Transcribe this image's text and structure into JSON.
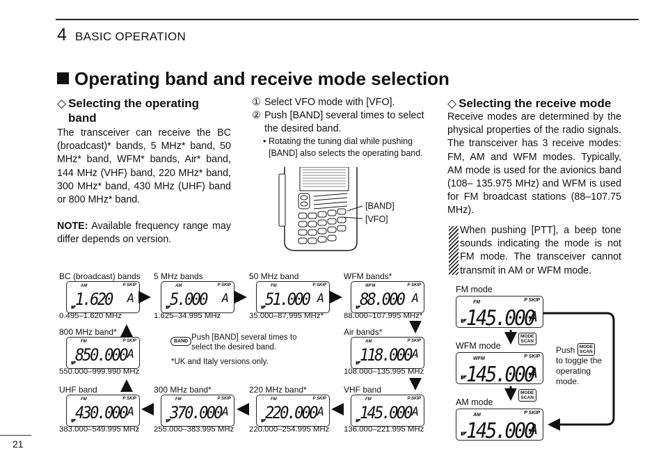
{
  "header": {
    "chapter_num": "4",
    "chapter_title": "BASIC OPERATION"
  },
  "section_title": "Operating band and receive mode selection",
  "left": {
    "heading_line1": "Selecting the operating",
    "heading_line2": "band",
    "body": "The transceiver can receive the BC (broadcast)* bands, 5 MHz* band, 50 MHz* band, WFM* bands, Air* band, 144 MHz (VHF) band, 220 MHz* band, 300 MHz* band, 430 MHz (UHF) band or 800 MHz* band.",
    "note_label": "NOTE:",
    "note_text": "Available frequency range may differ depends on version."
  },
  "middle": {
    "step1_num": "①",
    "step1": "Select VFO mode with [VFO].",
    "step2_num": "②",
    "step2": "Push [BAND] several times to select the desired band.",
    "bullet": "•",
    "note": "Rotating the tuning dial while pushing [BAND] also selects the operating band.",
    "label_band": "[BAND]",
    "label_vfo": "[VFO]"
  },
  "right": {
    "heading": "Selecting the receive mode",
    "body": "Receive modes are determined by the physical properties of the radio signals. The transceiver has 3 receive modes: FM, AM and WFM modes. Typically, AM mode is used for the avionics band (108– 135.975 MHz) and WFM is used for FM broadcast stations (88–107.75 MHz).",
    "note": "When pushing [PTT], a beep tone sounds indicating the mode is not FM mode. The transceiver cannot transmit in AM or WFM mode."
  },
  "bands": [
    {
      "caption": "BC (broadcast) bands",
      "mode": "AM",
      "freq": "1.620",
      "range": "0.495–1.620 MHz"
    },
    {
      "caption": "5 MHz bands",
      "mode": "AM",
      "freq": "5.000",
      "range": "1.625–34.995 MHz"
    },
    {
      "caption": "50 MHz band",
      "mode": "FM",
      "freq": "51.000",
      "range": "35.000–87.995 MHz*"
    },
    {
      "caption": "WFM bands*",
      "mode": "WFM",
      "freq": "88.000",
      "range": "88.000–107.995 MHz*"
    },
    {
      "caption": "Air bands*",
      "mode": "AM",
      "freq": "118.000",
      "range": "108.000–135.995 MHz"
    },
    {
      "caption": "VHF band",
      "mode": "FM",
      "freq": "145.000",
      "range": "136.000–221.995 MHz"
    },
    {
      "caption": "220 MHz band*",
      "mode": "FM",
      "freq": "220.000",
      "range": "220.000–254.995 MHz"
    },
    {
      "caption": "300 MHz band*",
      "mode": "FM",
      "freq": "370.000",
      "range": "255.000–383.995 MHz"
    },
    {
      "caption": "UHF band",
      "mode": "FM",
      "freq": "430.000",
      "range": "383.000–549.995 MHz"
    },
    {
      "caption": "800 MHz band*",
      "mode": "FM",
      "freq": "850.000",
      "range": "550.000–999.990 MHz"
    }
  ],
  "lcd_common": {
    "pskip": "P SKIP",
    "channel": "A",
    "tick": "▮◤"
  },
  "center_note": {
    "button": "BAND",
    "text": "Push [BAND] several times to select the desired band.",
    "footnote": "*UK and Italy versions only."
  },
  "modes": [
    {
      "label": "FM mode",
      "mode": "FM",
      "freq": "145.000"
    },
    {
      "label": "WFM mode",
      "mode": "WFM",
      "freq": "145.000"
    },
    {
      "label": "AM mode",
      "mode": "AM",
      "freq": "145.000"
    }
  ],
  "mode_button": {
    "line1": "MODE",
    "line2": "SCAN"
  },
  "toggle_note": {
    "push": "Push",
    "rest": "to toggle the operating mode."
  },
  "page_number": "21"
}
